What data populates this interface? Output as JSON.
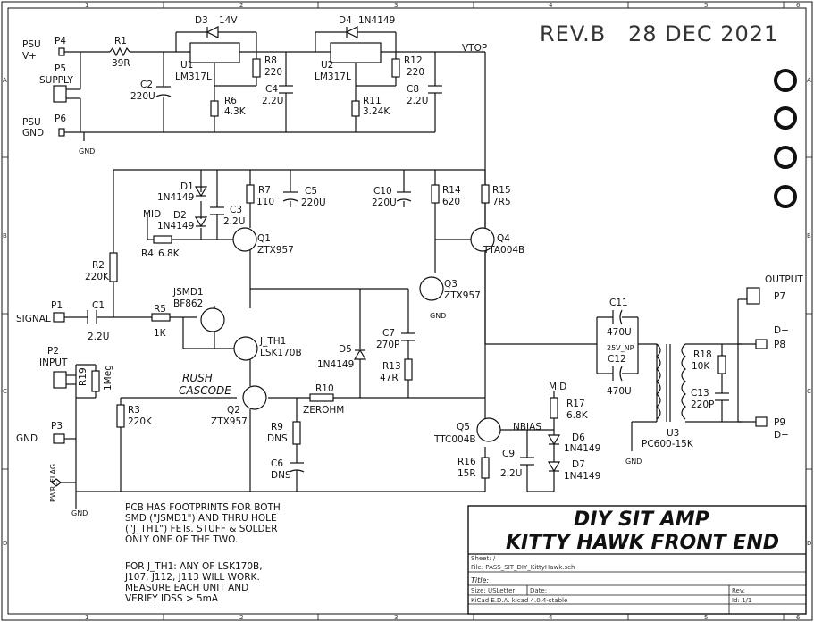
{
  "header": {
    "revision": "REV.B",
    "date": "28 DEC 2021"
  },
  "border": {
    "cols": [
      "1",
      "2",
      "3",
      "4",
      "5",
      "6"
    ],
    "rows": [
      "A",
      "B",
      "C",
      "D"
    ]
  },
  "title_block": {
    "title_line1": "DIY SIT AMP",
    "title_line2": "KITTY HAWK FRONT END",
    "sheet": "Sheet: /",
    "file": "File: PASS_SIT_DIY_KittyHawk.sch",
    "title_label": "Title:",
    "size": "Size: USLetter",
    "date_label": "Date:",
    "rev_label": "Rev:",
    "tool": "KiCad E.D.A.  kicad 4.0.4-stable",
    "id": "Id: 1/1"
  },
  "notes": {
    "pcb_1": "PCB HAS FOOTPRINTS FOR BOTH",
    "pcb_2": "SMD (\"JSMD1\") AND THRU HOLE",
    "pcb_3": "(\"J_TH1\") FETs.  STUFF & SOLDER",
    "pcb_4": "ONLY ONE OF THE TWO.",
    "jth_1": "FOR J_TH1: ANY OF LSK170B,",
    "jth_2": "J107, J112, J113 WILL WORK.",
    "jth_3": "MEASURE EACH UNIT AND",
    "jth_4": "VERIFY  IDSS > 5mA",
    "rush_1": "RUSH",
    "rush_2": "CASCODE"
  },
  "ports": {
    "psu_v_1": "PSU",
    "psu_v_2": "V+",
    "p4": "P4",
    "supply": "SUPPLY",
    "p5": "P5",
    "psu_g_1": "PSU",
    "psu_g_2": "GND",
    "p6": "P6",
    "signal": "SIGNAL",
    "p1": "P1",
    "input": "INPUT",
    "p2": "P2",
    "gnd": "GND",
    "p3": "P3",
    "pwr_flag": "PWR_FLAG",
    "output": "OUTPUT",
    "p7": "P7",
    "dplus": "D+",
    "p8": "P8",
    "dminus": "D−",
    "p9": "P9"
  },
  "nets": {
    "vtop": "VTOP",
    "mid1": "MID",
    "mid2": "MID",
    "nbias": "NBIAS",
    "gnd": "GND",
    "one_v_np": "25V_NP"
  },
  "components": {
    "r1": [
      "R1",
      "39R"
    ],
    "d3": [
      "D3",
      "14V"
    ],
    "u1": [
      "U1",
      "LM317L"
    ],
    "r8": [
      "R8",
      "220"
    ],
    "c2": [
      "C2",
      "220U"
    ],
    "r6": [
      "R6",
      "4.3K"
    ],
    "c4": [
      "C4",
      "2.2U"
    ],
    "d4": [
      "D4",
      "1N4149"
    ],
    "u2": [
      "U2",
      "LM317L"
    ],
    "r12": [
      "R12",
      "220"
    ],
    "c8": [
      "C8",
      "2.2U"
    ],
    "r11": [
      "R11",
      "3.24K"
    ],
    "d1": [
      "D1",
      "1N4149"
    ],
    "d2": [
      "D2",
      "1N4149"
    ],
    "r7": [
      "R7",
      "110"
    ],
    "c5": [
      "C5",
      "220U"
    ],
    "c3": [
      "C3",
      "2.2U"
    ],
    "r4": [
      "R4",
      "6.8K"
    ],
    "q1": [
      "Q1",
      "ZTX957"
    ],
    "c10": [
      "C10",
      "220U"
    ],
    "r14": [
      "R14",
      "620"
    ],
    "r15": [
      "R15",
      "7R5"
    ],
    "q4": [
      "Q4",
      "TTA004B"
    ],
    "r2": [
      "R2",
      "220K"
    ],
    "jsmd1": [
      "JSMD1",
      "BF862"
    ],
    "q3": [
      "Q3",
      "ZTX957"
    ],
    "c1": [
      "C1",
      "2.2U"
    ],
    "r5": [
      "R5",
      "1K"
    ],
    "j_th1": [
      "J_TH1",
      "LSK170B"
    ],
    "d5": [
      "D5",
      "1N4149"
    ],
    "c7": [
      "C7",
      "270P"
    ],
    "r13": [
      "R13",
      "47R"
    ],
    "r19": [
      "R19",
      "1Meg"
    ],
    "q2": [
      "Q2",
      "ZTX957"
    ],
    "r10": [
      "R10",
      "ZEROHM"
    ],
    "r3": [
      "R3",
      "220K"
    ],
    "r9": [
      "R9",
      "DNS"
    ],
    "c6": [
      "C6",
      "DNS"
    ],
    "q5": [
      "Q5",
      "TTC004B"
    ],
    "c9": [
      "C9",
      "2.2U"
    ],
    "r16": [
      "R16",
      "15R"
    ],
    "r17": [
      "R17",
      "6.8K"
    ],
    "d6": [
      "D6",
      "1N4149"
    ],
    "d7": [
      "D7",
      "1N4149"
    ],
    "c11": [
      "C11",
      "470U"
    ],
    "c12": [
      "C12",
      "470U"
    ],
    "r18": [
      "R18",
      "10K"
    ],
    "c13": [
      "C13",
      "220P"
    ],
    "u3": [
      "U3",
      "PC600-15K"
    ]
  }
}
